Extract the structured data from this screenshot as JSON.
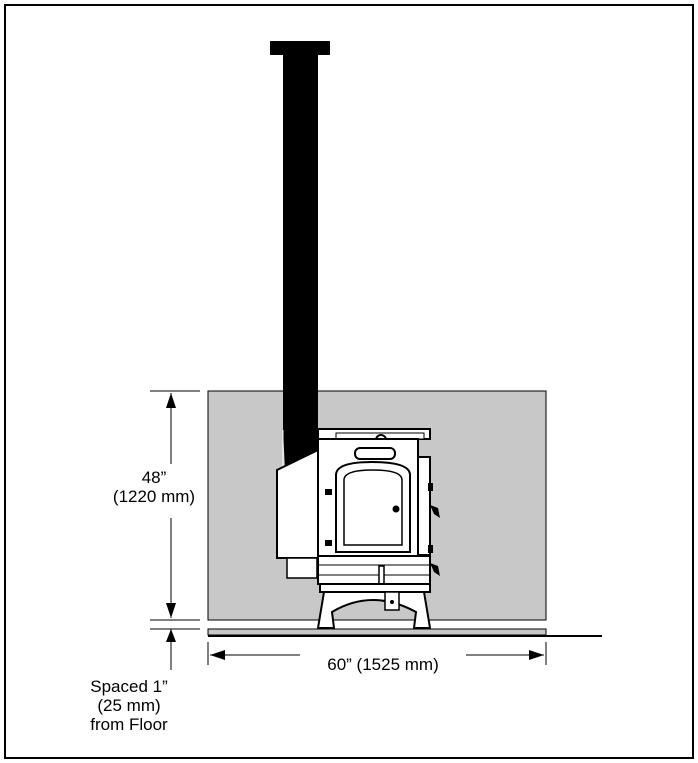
{
  "dimensions": {
    "height": {
      "inches": "48”",
      "metric": "(1220 mm)"
    },
    "width": {
      "text": "60” (1525 mm)"
    },
    "floor_gap": {
      "line1": "Spaced 1”",
      "line2": "(25 mm)",
      "line3": "from Floor"
    }
  },
  "colors": {
    "wall_shield": "#c8c8c8",
    "stove": "#000000",
    "line": "#000000"
  }
}
